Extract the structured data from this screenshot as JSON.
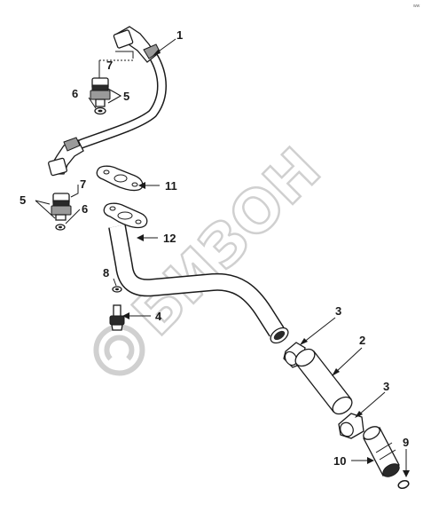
{
  "corner_mark": "ww",
  "watermark": {
    "text": "БИЗОН",
    "color": "#d0d0d0"
  },
  "callouts": {
    "c1": "1",
    "c2": "2",
    "c3a": "3",
    "c3b": "3",
    "c4": "4",
    "c5a": "5",
    "c5b": "5",
    "c6a": "6",
    "c6b": "6",
    "c7a": "7",
    "c7b": "7",
    "c8": "8",
    "c9": "9",
    "c10": "10",
    "c11": "11",
    "c12": "12"
  },
  "parts": [
    "oil-supply-hose",
    "hose-sleeve",
    "hose-clamp",
    "drain-tube-connector",
    "union-fitting",
    "washer",
    "adapter-fitting",
    "gasket-small",
    "o-ring",
    "drain-tube-adapter",
    "flange-gasket",
    "oil-drain-tube"
  ]
}
